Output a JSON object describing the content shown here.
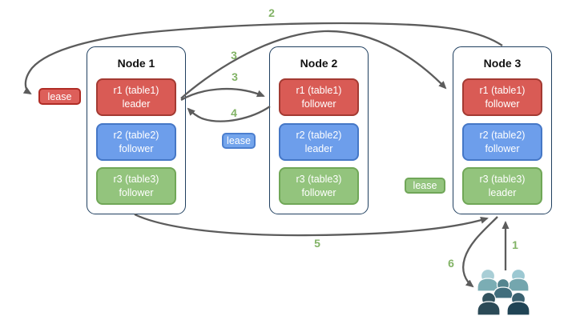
{
  "nodes": [
    {
      "title": "Node 1",
      "replicas": [
        {
          "name": "r1 (table1)",
          "role": "leader",
          "color": "red"
        },
        {
          "name": "r2 (table2)",
          "role": "follower",
          "color": "blue"
        },
        {
          "name": "r3 (table3)",
          "role": "follower",
          "color": "green"
        }
      ]
    },
    {
      "title": "Node 2",
      "replicas": [
        {
          "name": "r1 (table1)",
          "role": "follower",
          "color": "red"
        },
        {
          "name": "r2 (table2)",
          "role": "leader",
          "color": "blue"
        },
        {
          "name": "r3 (table3)",
          "role": "follower",
          "color": "green"
        }
      ]
    },
    {
      "title": "Node 3",
      "replicas": [
        {
          "name": "r1 (table1)",
          "role": "follower",
          "color": "red"
        },
        {
          "name": "r2 (table2)",
          "role": "follower",
          "color": "blue"
        },
        {
          "name": "r3 (table3)",
          "role": "leader",
          "color": "green"
        }
      ]
    }
  ],
  "leases": [
    {
      "label": "lease",
      "color": "red"
    },
    {
      "label": "lease",
      "color": "blue"
    },
    {
      "label": "lease",
      "color": "green"
    }
  ],
  "steps": {
    "s1": "1",
    "s2": "2",
    "s3a": "3",
    "s3b": "3",
    "s4": "4",
    "s5": "5",
    "s6": "6"
  },
  "icons": {
    "users": "users-group-icon"
  },
  "colors": {
    "red_fill": "#d95b55",
    "red_border": "#a33a32",
    "blue_fill": "#6d9eeb",
    "blue_border": "#4577c6",
    "green_fill": "#93c47d",
    "green_border": "#70a757",
    "node_border": "#1f3f5f",
    "arrow": "#5c5c5c",
    "step_label": "#82b366",
    "users_light": "#a9ced6",
    "users_mid": "#55858f",
    "users_dark": "#2b4b5c"
  }
}
